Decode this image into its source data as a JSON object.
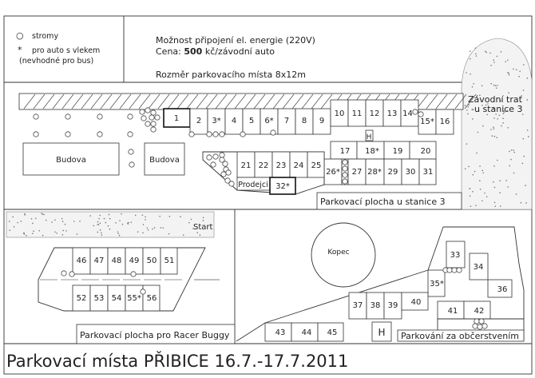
{
  "legend": {
    "trees_symbol": "○",
    "trees": "stromy",
    "trailer_symbol": "*",
    "trailer": "pro auto s vlekem",
    "trailer_note": "(nevhodné pro bus)"
  },
  "info": {
    "power": "Možnost připojení el. energie (220V)",
    "price_prefix": "Cena: ",
    "price_value": "500",
    "price_suffix": " kč/závodní auto",
    "size": "Rozměr parkovacího místa 8x12m"
  },
  "labels": {
    "building1": "Budova",
    "building2": "Budova",
    "sellers": "Prodejci",
    "track_line1": "Závodní trať",
    "track_line2": "-u stanice 3",
    "station3_area": "Parkovací plocha u stanice 3",
    "start": "Start",
    "hill": "Kopec",
    "buggy_area": "Parkovací plocha pro Racer Buggy",
    "refreshment_area": "Parkování za občerstvením",
    "wc1": "H",
    "wc2": "H"
  },
  "spots": {
    "1": "1",
    "2": "2",
    "3": "3*",
    "4": "4",
    "5": "5",
    "6": "6*",
    "7": "7",
    "8": "8",
    "9": "9",
    "10": "10",
    "11": "11",
    "12": "12",
    "13": "13",
    "14": "14*",
    "15": "15*",
    "16": "16",
    "17": "17",
    "18": "18*",
    "19": "19",
    "20": "20",
    "21": "21",
    "22": "22",
    "23": "23",
    "24": "24",
    "25": "25",
    "26": "26*",
    "27": "27",
    "28": "28*",
    "29": "29",
    "30": "30",
    "31": "31",
    "32": "32*",
    "33": "33",
    "34": "34",
    "35": "35*",
    "36": "36",
    "37": "37",
    "38": "38",
    "39": "39",
    "40": "40",
    "41": "41",
    "42": "42",
    "43": "43",
    "44": "44",
    "45": "45",
    "46": "46",
    "47": "47",
    "48": "48",
    "49": "49",
    "50": "50",
    "51": "51",
    "52": "52",
    "53": "53",
    "54": "54",
    "55": "55*",
    "56": "56"
  },
  "title": "Parkovací místa PŘIBICE 16.7.-17.7.2011"
}
